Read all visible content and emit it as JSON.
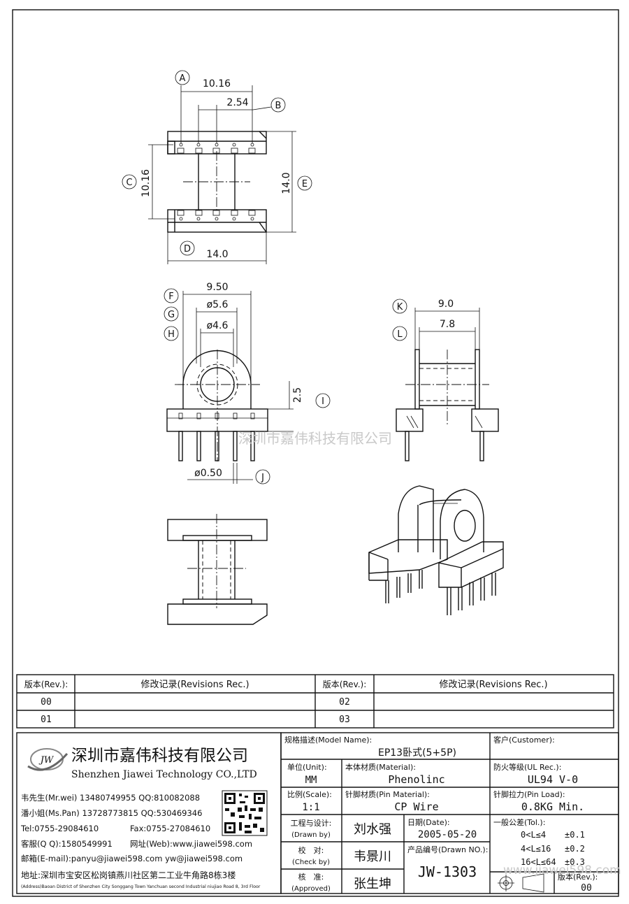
{
  "dimensions": {
    "top_view": {
      "width_pin_span": "10.16",
      "pin_pitch": "2.54",
      "height_left": "10.16",
      "height_right": "14.0",
      "width_bottom": "14.0"
    },
    "front_view": {
      "flange_width": "9.50",
      "outer_diameter": "ø5.6",
      "inner_diameter": "ø4.6",
      "pin_height": "2.5",
      "pin_diameter": "ø0.50"
    },
    "side_view": {
      "overall_width": "9.0",
      "winding_width": "7.8"
    }
  },
  "callouts": [
    "A",
    "B",
    "C",
    "D",
    "E",
    "F",
    "G",
    "H",
    "I",
    "J",
    "K",
    "L"
  ],
  "watermark_center": "深圳市嘉伟科技有限公司",
  "watermark_bottom": "www.jiawei598.com",
  "revisions": {
    "col_rev": "版本(Rev.):",
    "col_rec": "修改记录(Revisions Rec.)",
    "rows": [
      {
        "left_rev": "00",
        "right_rev": "02"
      },
      {
        "left_rev": "01",
        "right_rev": "03"
      }
    ]
  },
  "company": {
    "logo_text": "JW",
    "name_cn": "深圳市嘉伟科技有限公司",
    "name_en": "Shenzhen Jiawei Technology CO.,LTD",
    "contact1": "韦先生(Mr.wei) 13480749955 QQ:810082088",
    "contact2": "潘小姐(Ms.Pan) 13728773815 QQ:530469346",
    "tel": "Tel:0755-29084610",
    "fax": "Fax:0755-27084610",
    "qq": "客服(Q Q):1580549991",
    "web": "网址(Web):www.jiawei598.com",
    "email": "邮箱(E-mail):panyu@jiawei598.com  yw@jiawei598.com",
    "address_cn": "地址:深圳市宝安区松岗镇燕川社区第二工业牛角路8栋3楼",
    "address_en": "(Address)Baoan District of Shenzhen City Songgang Town Yanchuan  second Industrial niujiao Road 8, 3rd Floor"
  },
  "title_block": {
    "model_label": "规格描述(Model Name):",
    "model_value": "EP13卧式(5+5P)",
    "customer_label": "客户(Customer):",
    "unit_label": "单位(Unit):",
    "unit_value": "MM",
    "material_label": "本体材质(Material):",
    "material_value": "Phenolinc",
    "ul_label": "防火等级(UL Rec.):",
    "ul_value": "UL94 V-0",
    "scale_label": "比例(Scale):",
    "scale_value": "1:1",
    "pin_material_label": "针脚材质(Pin Material):",
    "pin_material_value": "CP Wire",
    "pin_load_label": "针脚拉力(Pin Load):",
    "pin_load_value": "0.8KG Min.",
    "drawn_label_cn": "工程与设计:",
    "drawn_label_en": "(Drawn by)",
    "drawn_value": "刘水强",
    "date_label": "日期(Date):",
    "date_value": "2005-05-20",
    "tol_label": "一般公差(Tol.):",
    "tol_rows": [
      {
        "range": "0<L≤4",
        "value": "±0.1"
      },
      {
        "range": "4<L≤16",
        "value": "±0.2"
      },
      {
        "range": "16<L≤64",
        "value": "±0.3"
      }
    ],
    "check_label_cn": "校　对:",
    "check_label_en": "(Check by)",
    "check_value": "韦景川",
    "drawn_no_label": "产品编号(Drawn NO.):",
    "drawn_no_value": "JW-1303",
    "approve_label_cn": "核　准:",
    "approve_label_en": "(Approved)",
    "approve_value": "张生坤",
    "rev_label": "版本(Rev.):",
    "rev_value": "00"
  }
}
